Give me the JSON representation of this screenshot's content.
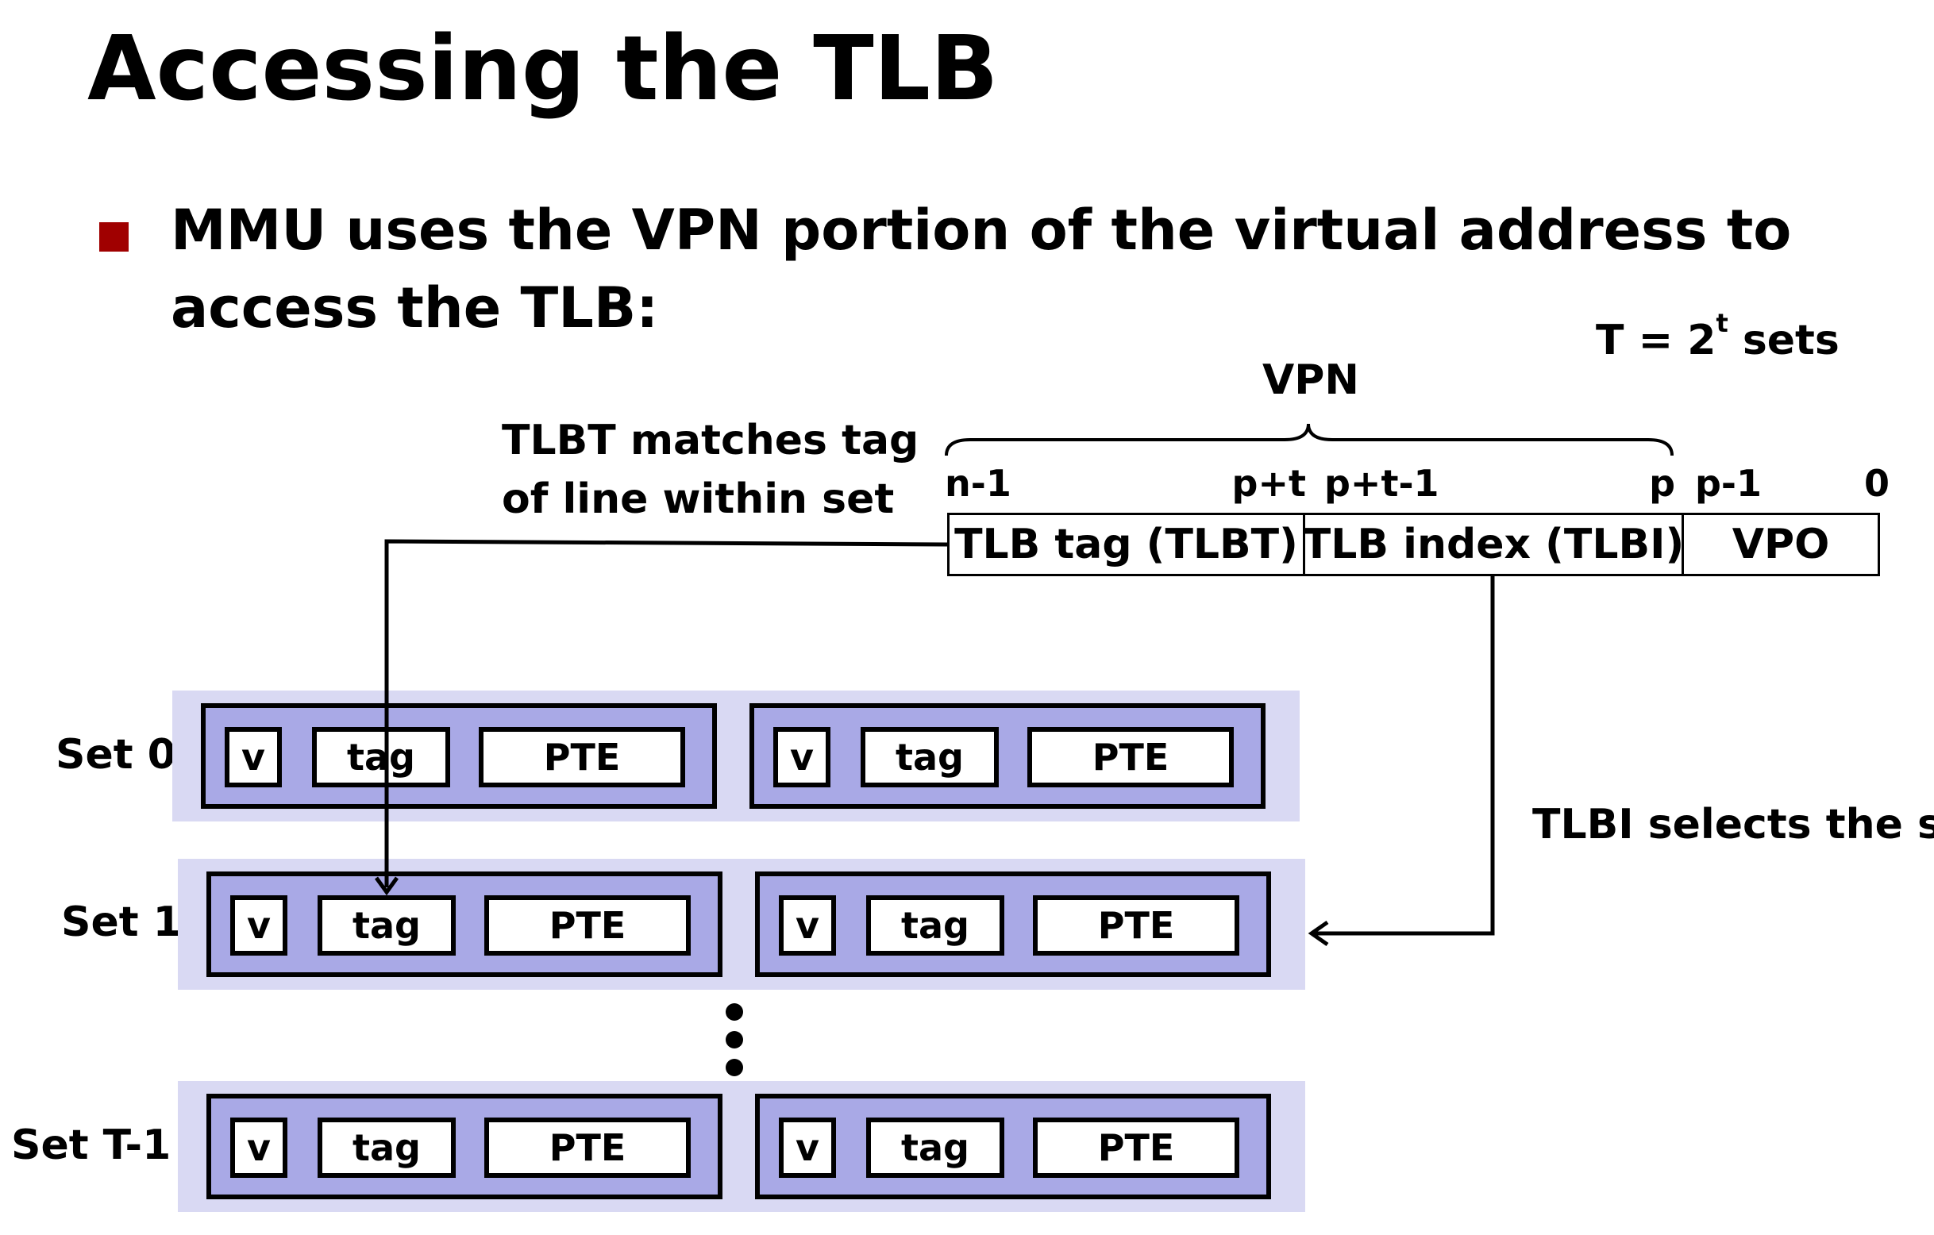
{
  "title": "Accessing the TLB",
  "colors": {
    "bullet": "#a00000",
    "set_background": "#d9d9f3",
    "line_fill": "#a9a9e6"
  },
  "bullet": {
    "line1": "MMU uses the VPN portion of the virtual address to",
    "line2": "access the TLB:"
  },
  "sets_note": {
    "prefix": "T = 2",
    "superscript": "t",
    "suffix": " sets"
  },
  "vpn_label": "VPN",
  "tlbt_note": {
    "line1": "TLBT matches tag",
    "line2": "of line within set"
  },
  "tlbi_note": "TLBI selects the set",
  "bit_labels": {
    "n_minus_1": "n-1",
    "p_plus_t": "p+t",
    "p_plus_t_minus_1": "p+t-1",
    "p": "p",
    "p_minus_1": "p-1",
    "zero": "0"
  },
  "fields": {
    "tlbt": "TLB tag (TLBT)",
    "tlbi": "TLB index (TLBI)",
    "vpo": "VPO"
  },
  "sets": [
    {
      "label": "Set 0"
    },
    {
      "label": "Set 1"
    },
    {
      "label": "Set T-1"
    }
  ],
  "line_cells": {
    "valid": "v",
    "tag": "tag",
    "pte": "PTE"
  }
}
